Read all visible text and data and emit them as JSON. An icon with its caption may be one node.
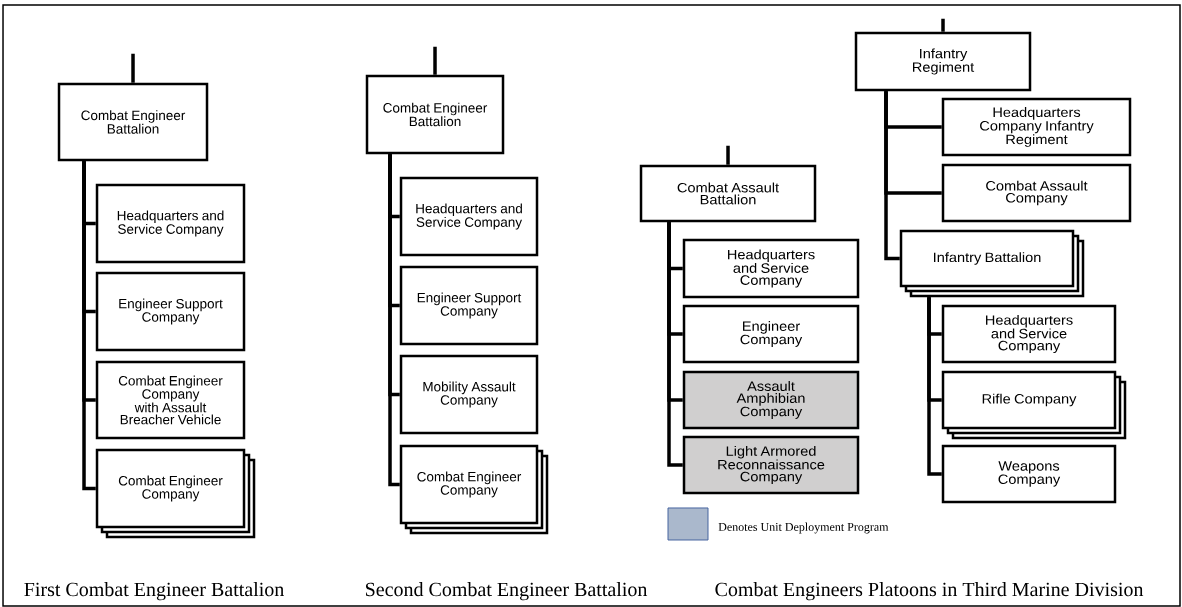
{
  "diagram": {
    "nodes": [
      {
        "text": [
          "Combat Engineer Battalion"
        ]
      },
      {
        "text": [
          "Headquarters and Service Company"
        ]
      },
      {
        "text": [
          "Engineer Support Company"
        ]
      },
      {
        "text": [
          "Combat Engineer Company with Assault Breacher Vehicle"
        ]
      },
      {
        "text": [
          "Combat Engineer Company"
        ]
      },
      {
        "text": [
          "Combat Engineer Battalion"
        ]
      },
      {
        "text": [
          "Headquarters and Service Company"
        ]
      },
      {
        "text": [
          "Engineer Support Company"
        ]
      },
      {
        "text": [
          "Mobility Assault Company"
        ]
      },
      {
        "text": [
          "Combat Engineer Company"
        ]
      },
      {
        "text": [
          "Combat Assault Battalion"
        ]
      },
      {
        "text": [
          "Headquarters and Service Company"
        ]
      },
      {
        "text": [
          "Engineer Company"
        ]
      },
      {
        "text": [
          "Assault Amphibian Company"
        ]
      },
      {
        "text": [
          "Light Armored Reconnaissance Company"
        ]
      },
      {
        "text": [
          "Infantry Regiment"
        ]
      },
      {
        "text": [
          "Headquarters Company Infantry Regiment"
        ]
      },
      {
        "text": [
          "Combat Assault Company"
        ]
      },
      {
        "text": [
          "Infantry Battalion"
        ]
      },
      {
        "text": [
          "Headquarters and Service Company"
        ]
      },
      {
        "text": [
          "Rifle Company"
        ]
      },
      {
        "text": [
          "Weapons Company"
        ]
      }
    ],
    "edges": [
      {
        "from": null,
        "to": 0,
        "arrow": "none"
      },
      {
        "from": 0,
        "to": 1,
        "arrow": "none"
      },
      {
        "from": 0,
        "to": 2,
        "arrow": "none"
      },
      {
        "from": 0,
        "to": 3,
        "arrow": "none"
      },
      {
        "from": 0,
        "to": 4,
        "arrow": "none"
      },
      {
        "from": null,
        "to": 5,
        "arrow": "none"
      },
      {
        "from": 5,
        "to": 6,
        "arrow": "none"
      },
      {
        "from": 5,
        "to": 7,
        "arrow": "none"
      },
      {
        "from": 5,
        "to": 8,
        "arrow": "none"
      },
      {
        "from": 5,
        "to": 9,
        "arrow": "none"
      },
      {
        "from": null,
        "to": 10,
        "arrow": "none"
      },
      {
        "from": 10,
        "to": 11,
        "arrow": "none"
      },
      {
        "from": 10,
        "to": 12,
        "arrow": "none"
      },
      {
        "from": 10,
        "to": 13,
        "arrow": "none"
      },
      {
        "from": 10,
        "to": 14,
        "arrow": "none"
      },
      {
        "from": null,
        "to": 15,
        "arrow": "none"
      },
      {
        "from": 15,
        "to": 16,
        "arrow": "none"
      },
      {
        "from": 15,
        "to": 17,
        "arrow": "none"
      },
      {
        "from": 15,
        "to": 18,
        "arrow": "none"
      },
      {
        "from": 18,
        "to": 19,
        "arrow": "none"
      },
      {
        "from": 18,
        "to": 20,
        "arrow": "none"
      },
      {
        "from": 18,
        "to": 21,
        "arrow": "none"
      }
    ],
    "labels": [
      "First Combat Engineer Battalion",
      "Second Combat Engineer Battalion",
      "Combat Engineers Platoons in Third Marine Division"
    ],
    "legend": [
      {
        "text": "Denotes Unit Deployment Program",
        "color": "#aab8cc"
      }
    ]
  }
}
